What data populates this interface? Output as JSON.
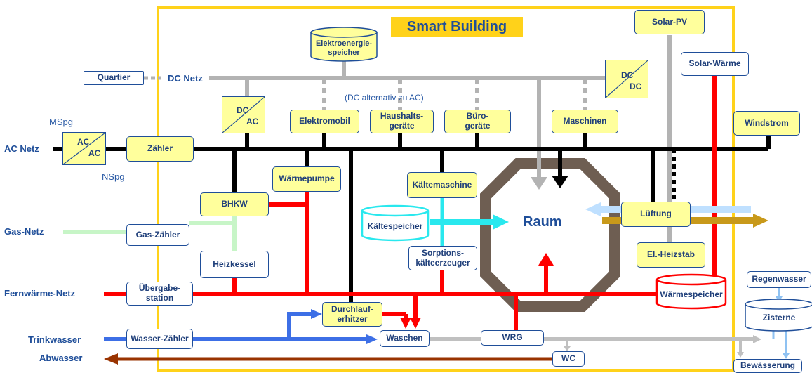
{
  "title": "Smart Building",
  "raum": "Raum",
  "grid_labels": {
    "dc_netz": "DC Netz",
    "ac_netz": "AC Netz",
    "gas_netz": "Gas-Netz",
    "fernwaerme": "Fernwärme-Netz",
    "trinkwasser": "Trinkwasser",
    "abwasser": "Abwasser",
    "mspg": "MSpg",
    "nspg": "NSpg"
  },
  "note": "(DC alternativ zu AC)",
  "boxes": {
    "quartier": "Quartier",
    "zaehler": "Zähler",
    "elektromobil": "Elektromobil",
    "haushalt": "Haushalts-\ngeräte",
    "buero": "Büro-\ngeräte",
    "maschinen": "Maschinen",
    "windstrom": "Windstrom",
    "solar_pv": "Solar-PV",
    "solar_waerme": "Solar-Wärme",
    "waermepumpe": "Wärmepumpe",
    "bhkw": "BHKW",
    "gas_zaehler": "Gas-Zähler",
    "heizkessel": "Heizkessel",
    "kaeltemaschine": "Kältemaschine",
    "sorption": "Sorptions-\nkälteerzeuger",
    "lueftung": "Lüftung",
    "el_heizstab": "El.-Heizstab",
    "uebergabe": "Übergabe-\nstation",
    "durchlauf": "Durchlauf-\nerhitzer",
    "wasser_zaehler": "Wasser-Zähler",
    "waschen": "Waschen",
    "wrg": "WRG",
    "wc": "WC",
    "regenwasser": "Regenwasser",
    "bewaesserung": "Bewässerung"
  },
  "storage": {
    "elektroenergiespeicher": "Elektroenergie-\nspeicher",
    "kaeltespeicher": "Kältespeicher",
    "waermespeicher": "Wärmespeicher",
    "zisterne": "Zisterne"
  },
  "converters": {
    "ac_ac": {
      "a": "AC",
      "b": "AC"
    },
    "dc_ac": {
      "a": "DC",
      "b": "AC"
    },
    "dc_dc": {
      "a": "DC",
      "b": "DC"
    }
  },
  "colors": {
    "frame": "#ffd21a",
    "box_fill": "#ffff9c",
    "text": "#1f4e99",
    "dc_line": "#b3b3b3",
    "ac_line": "#000000",
    "heat": "#ff0000",
    "gas": "#c7f5c7",
    "cold": "#29e8ee",
    "water": "#3d6fe6",
    "waste_water": "#993300",
    "room": "#6e5e52",
    "vent_in": "#bfe0ff",
    "vent_out": "#c8991a",
    "rain": "#8fc2f2"
  }
}
